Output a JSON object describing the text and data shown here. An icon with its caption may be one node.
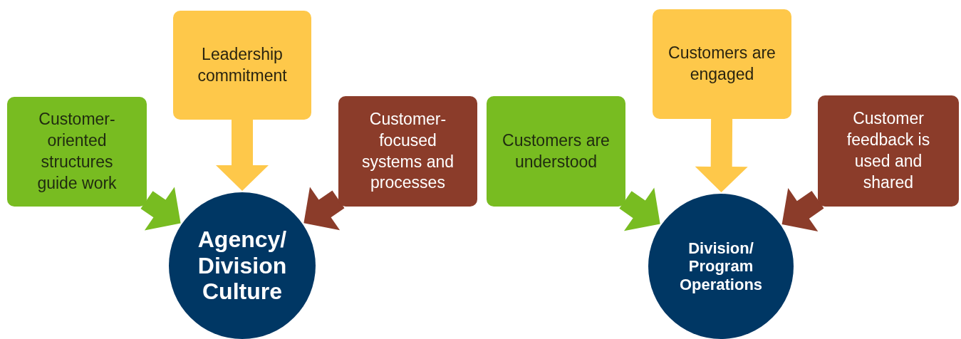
{
  "diagram": {
    "nodes": [
      {
        "text": [
          "Customer-oriented structures guide work"
        ]
      },
      {
        "text": [
          "Leadership commitment"
        ]
      },
      {
        "text": [
          "Customer-focused systems and processes"
        ]
      },
      {
        "text": [
          "Agency/ Division Culture"
        ]
      },
      {
        "text": [
          "Customers are understood"
        ]
      },
      {
        "text": [
          "Customers are engaged"
        ]
      },
      {
        "text": [
          "Customer feedback is used and shared"
        ]
      },
      {
        "text": [
          "Division/ Program Operations"
        ]
      }
    ],
    "edges": [
      {
        "from": 0,
        "to": 3,
        "arrow": "to",
        "style": "thick",
        "color": "#78bc21"
      },
      {
        "from": 1,
        "to": 3,
        "arrow": "to",
        "style": "thick",
        "color": "#fec84a"
      },
      {
        "from": 2,
        "to": 3,
        "arrow": "to",
        "style": "thick",
        "color": "#8b3c2a"
      },
      {
        "from": 4,
        "to": 7,
        "arrow": "to",
        "style": "thick",
        "color": "#78bc21"
      },
      {
        "from": 5,
        "to": 7,
        "arrow": "to",
        "style": "thick",
        "color": "#fec84a"
      },
      {
        "from": 6,
        "to": 7,
        "arrow": "to",
        "style": "thick",
        "color": "#8b3c2a"
      }
    ]
  }
}
